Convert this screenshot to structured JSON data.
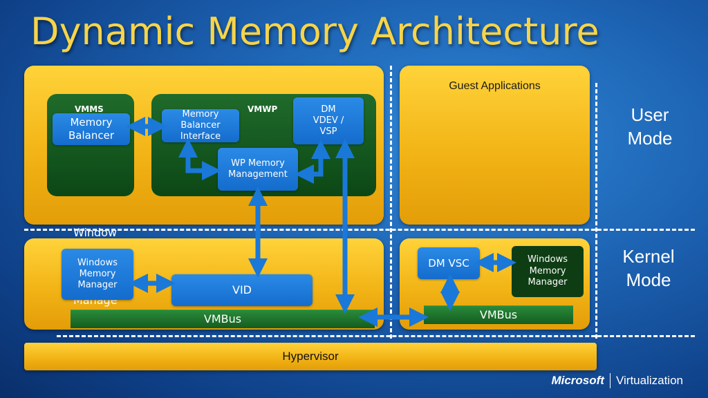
{
  "title": "Dynamic Memory Architecture",
  "user_mode": {
    "line1": "User",
    "line2": "Mode"
  },
  "kernel_mode": {
    "line1": "Kernel",
    "line2": "Mode"
  },
  "parent_user": {
    "vmms_label": "VMMS",
    "memory_balancer": "Memory\nBalancer",
    "vmwp_label": "VMWP",
    "memory_balancer_interface": "Memory\nBalancer\nInterface",
    "dm_vdev_vsp": "DM\nVDEV /\nVSP",
    "wp_memory_management": "WP Memory\nManagement"
  },
  "parent_kernel": {
    "windows_text_behind": "Window",
    "manage_text_behind": "Manage",
    "windows_memory_manager": "Windows\nMemory\nManager",
    "vid": "VID",
    "vmbus": "VMBus"
  },
  "guest_user": {
    "guest_applications": "Guest Applications"
  },
  "guest_kernel": {
    "dm_vsc": "DM VSC",
    "windows_memory_manager": "Windows\nMemory\nManager",
    "vmbus": "VMBus"
  },
  "hypervisor": "Hypervisor",
  "footer": {
    "brand": "Microsoft",
    "product": "Virtualization"
  },
  "colors": {
    "gold": "#f2b416",
    "title": "#f6d44a",
    "blue_box": "#1a78d8",
    "green": "#145d20"
  }
}
